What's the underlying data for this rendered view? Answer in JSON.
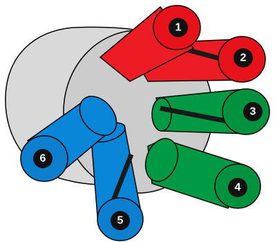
{
  "colors": {
    "background": "#ffffff",
    "bundle_face": "#cccccc",
    "bundle_body": "#d9d9d9",
    "stroke": "#000000",
    "red": "#ed1c24",
    "red_end": "#e8121b",
    "green": "#009a44",
    "green_end": "#00923f",
    "blue": "#0a86d8",
    "blue_end": "#0c80cf",
    "stripe": "#1a1a1a",
    "label_disc": "#111111",
    "label_text": "#ffffff"
  },
  "wires": [
    {
      "id": "wire-1",
      "color": "red",
      "striped": false,
      "label": "1"
    },
    {
      "id": "wire-2",
      "color": "red",
      "striped": true,
      "label": "2"
    },
    {
      "id": "wire-3",
      "color": "green",
      "striped": true,
      "label": "3"
    },
    {
      "id": "wire-4",
      "color": "green",
      "striped": false,
      "label": "4"
    },
    {
      "id": "wire-5",
      "color": "blue",
      "striped": true,
      "label": "5"
    },
    {
      "id": "wire-6",
      "color": "blue",
      "striped": false,
      "label": "6"
    }
  ]
}
